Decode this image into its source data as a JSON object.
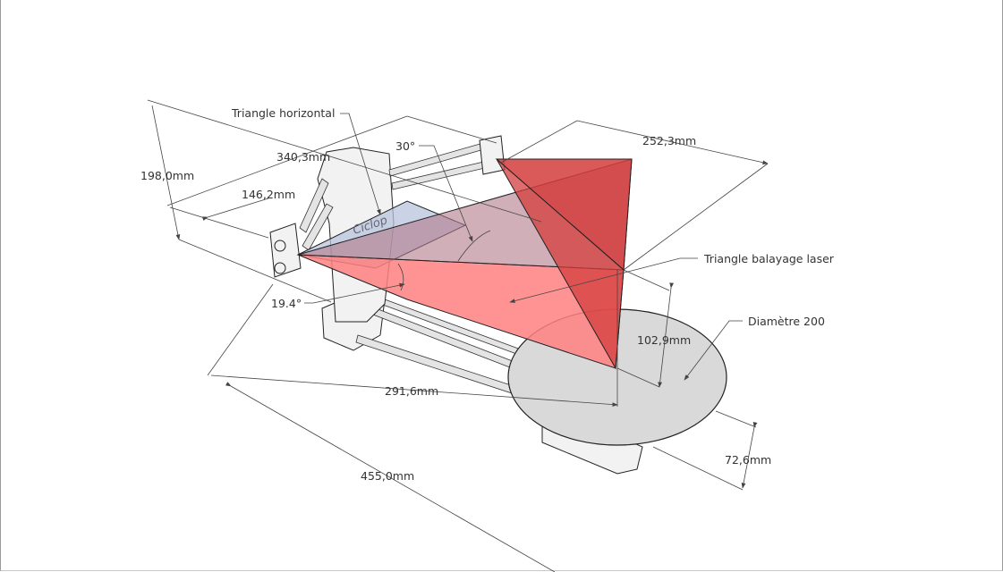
{
  "diagram": {
    "logo_text": "Ciclop",
    "labels": {
      "triangle_horizontal": "Triangle horizontal",
      "angle_30": "30°",
      "dim_340": "340,3mm",
      "dim_252": "252,3mm",
      "dim_198": "198,0mm",
      "dim_146": "146,2mm",
      "triangle_laser": "Triangle balayage laser",
      "angle_19": "19.4°",
      "diametre": "Diamètre 200",
      "dim_102": "102,9mm",
      "dim_291": "291,6mm",
      "dim_72": "72,6mm",
      "dim_455": "455,0mm"
    },
    "colors": {
      "laser_light": "#ff8080",
      "laser_dark": "#d43c3c",
      "horizontal_triangle": "#b8c4dc",
      "platform": "#d9d9d9"
    }
  }
}
